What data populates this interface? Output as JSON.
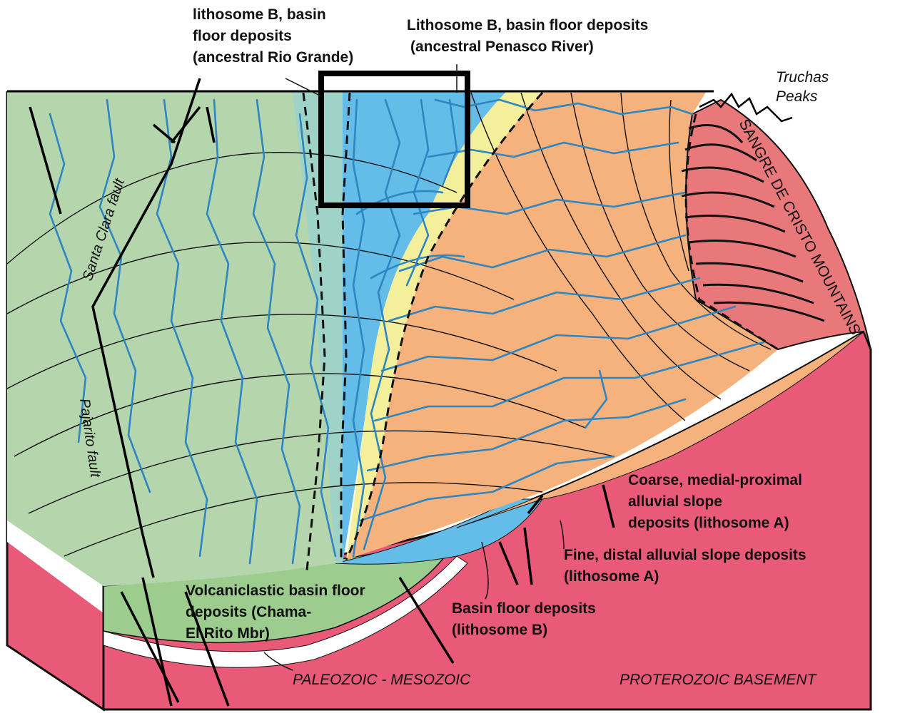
{
  "labels": {
    "rio_grande": [
      "lithosome B, basin",
      "floor deposits",
      "(ancestral Rio Grande)"
    ],
    "penasco": [
      "Lithosome B, basin floor deposits",
      "(ancestral Penasco River)"
    ],
    "truchas": [
      "Truchas",
      "Peaks"
    ],
    "sangre": "SANGRE DE CRISTO MOUNTAINS",
    "santa_clara": "Santa Clara fault",
    "pajarito": "Pajarito fault",
    "coarse": [
      "Coarse, medial-proximal",
      "alluvial slope",
      "deposits (lithosome A)"
    ],
    "fine": [
      "Fine, distal alluvial slope deposits",
      "(lithosome A)"
    ],
    "basin_floor": [
      "Basin floor deposits",
      "(lithosome B)"
    ],
    "volcaniclastic": [
      "Volcaniclastic basin floor",
      "deposits (Chama-",
      "El Rito Mbr)"
    ],
    "paleozoic": "PALEOZOIC - MESOZOIC",
    "proterozoic": "PROTEROZOIC BASEMENT"
  },
  "colors": {
    "green_fan": "#b5d6ad",
    "green_volcaniclastic": "#9ccc8e",
    "teal_rio_grande": "#9fd3c8",
    "blue_penasco": "#63bde8",
    "yellow": "#f3ef9b",
    "orange_alluvial": "#f5b27c",
    "pink_basement": "#e85a78",
    "salmon_mountain": "#e9787b",
    "river": "#2e86c1"
  }
}
